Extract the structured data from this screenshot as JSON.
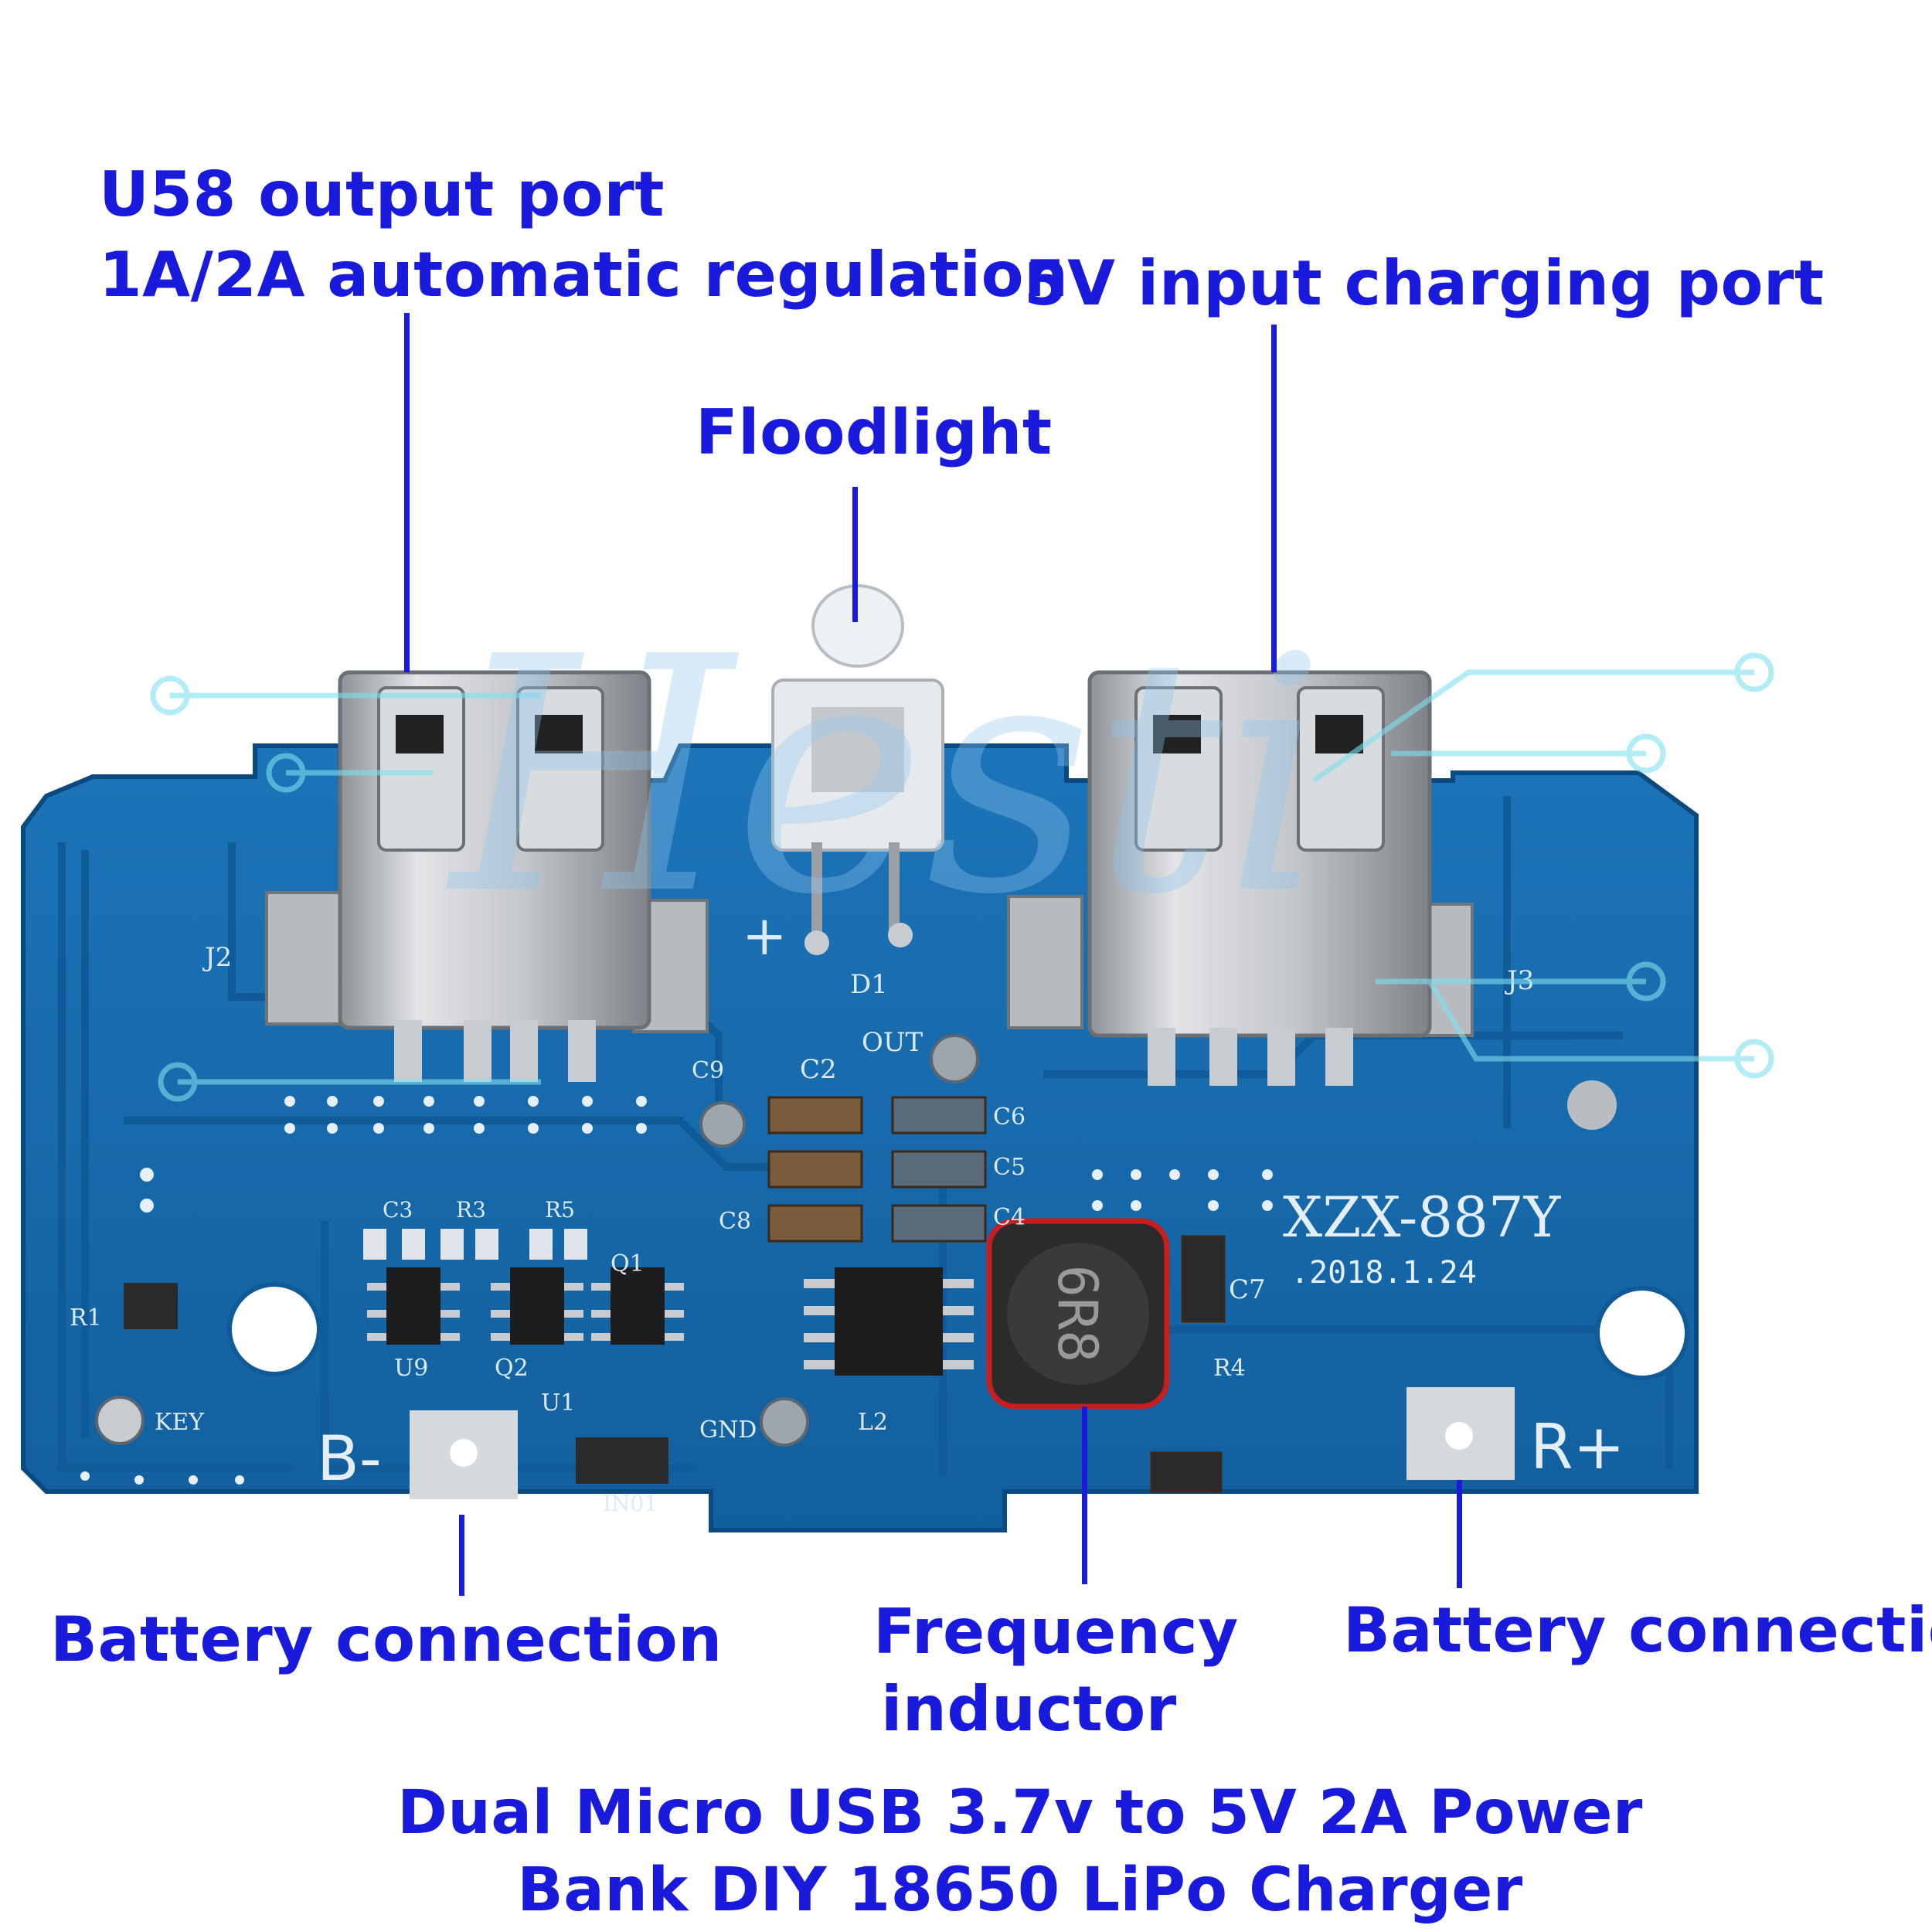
{
  "labels": {
    "output_port_line1": "U58 output port",
    "output_port_line2": "1A/2A automatic regulation",
    "input_port": "5V input charging port",
    "floodlight": "Floodlight",
    "battery_left": "Battery connection",
    "inductor_line1": "Frequency",
    "inductor_line2": "inductor",
    "battery_right": "Battery connection"
  },
  "caption": {
    "line1": "Dual Micro USB 3.7v to 5V 2A Power",
    "line2": "Bank DIY 18650 LiPo Charger"
  },
  "watermark": "Hesti",
  "board": {
    "model": "XZX-887Y",
    "date": ".2018.1.24",
    "pad_minus": "B-",
    "pad_plus": "R+",
    "silkscreen": [
      "J2",
      "J3",
      "D1",
      "+",
      "OUT",
      "C2",
      "C3",
      "C4",
      "C5",
      "C6",
      "C7",
      "C8",
      "C9",
      "R3",
      "R5",
      "R4",
      "R1",
      "U1",
      "U9",
      "Q1",
      "Q2",
      "L2",
      "KEY",
      "GND",
      "IN01"
    ]
  },
  "colors": {
    "label": "#1a1adc",
    "pcb": "#1769ad",
    "pcb_dark": "#0f4f88",
    "metal": "#c9ccd0",
    "inductor_ring": "#c81e1e"
  }
}
